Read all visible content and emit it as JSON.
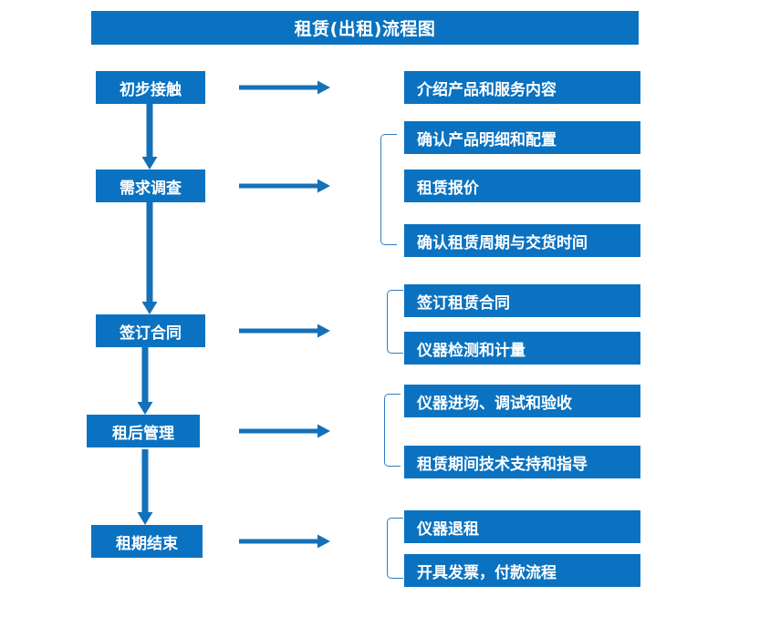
{
  "title": {
    "text": "租赁(出租)流程图"
  },
  "colors": {
    "box_fill": "#0a72c0",
    "box_text": "#ffffff",
    "arrow": "#1471b9",
    "bracket": "#2f7ec0",
    "background": "#ffffff"
  },
  "stages": [
    {
      "label": "初步接触"
    },
    {
      "label": "需求调查"
    },
    {
      "label": "签订合同"
    },
    {
      "label": "租后管理"
    },
    {
      "label": "租期结束"
    }
  ],
  "tasks": [
    {
      "label": "介绍产品和服务内容"
    },
    {
      "label": "确认产品明细和配置"
    },
    {
      "label": "租赁报价"
    },
    {
      "label": "确认租赁周期与交货时间"
    },
    {
      "label": "签订租赁合同"
    },
    {
      "label": "仪器检测和计量"
    },
    {
      "label": "仪器进场、调试和验收"
    },
    {
      "label": "租赁期间技术支持和指导"
    },
    {
      "label": "仪器退租"
    },
    {
      "label": "开具发票，付款流程"
    }
  ],
  "connectors": {
    "right_arrow_icon": "arrow-right-icon",
    "down_arrow_icon": "arrow-down-icon",
    "bracket_icon": "group-bracket-icon"
  }
}
